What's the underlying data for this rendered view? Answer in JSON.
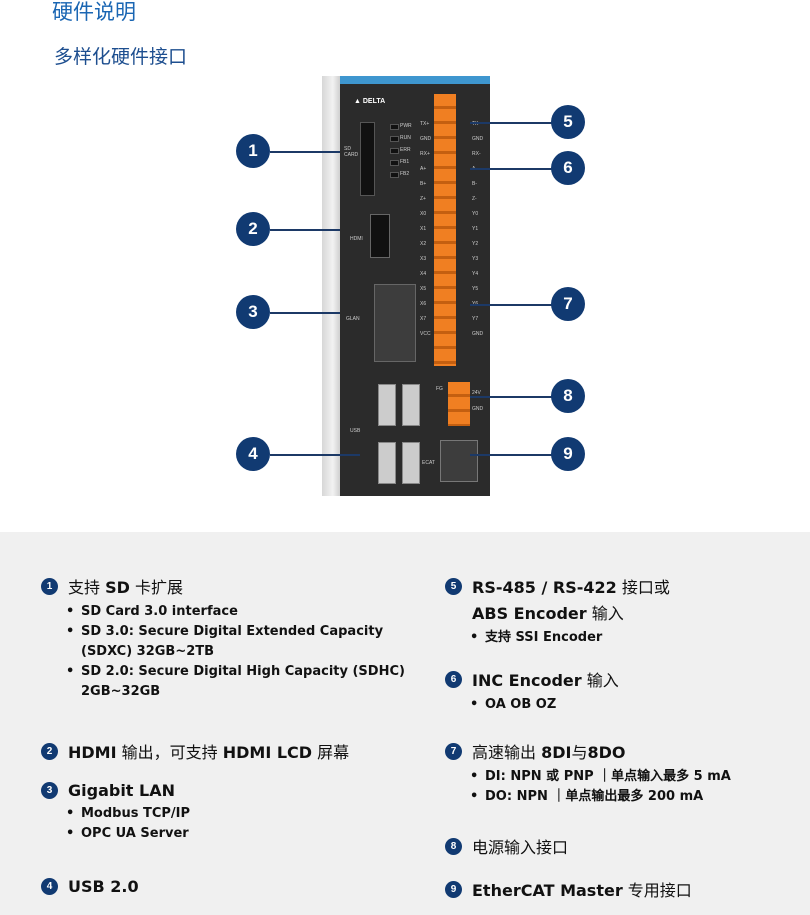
{
  "title": "硬件说明",
  "subtitle": "多样化硬件接口",
  "device": {
    "brand": "DELTA",
    "led_labels": [
      "PWR",
      "RUN",
      "ERR",
      "FB1",
      "FB2"
    ],
    "left_labels": {
      "sd": "SD CARD",
      "hdmi": "HDMI",
      "glan": "GLAN",
      "usb": "USB",
      "ecat": "ECAT",
      "fg": "FG"
    },
    "terminal_left": [
      "TX+",
      "GND",
      "RX+",
      "A+",
      "B+",
      "Z+",
      "X0",
      "X1",
      "X2",
      "X3",
      "X4",
      "X5",
      "X6",
      "X7",
      "VCC"
    ],
    "terminal_right": [
      "TX-",
      "GND",
      "RX-",
      "A-",
      "B-",
      "Z-",
      "Y0",
      "Y1",
      "Y2",
      "Y3",
      "Y4",
      "Y5",
      "Y6",
      "Y7",
      "GND"
    ],
    "power_labels": [
      "24V",
      "GND"
    ]
  },
  "callouts": [
    "1",
    "2",
    "3",
    "4",
    "5",
    "6",
    "7",
    "8",
    "9"
  ],
  "features": {
    "f1": {
      "num": "1",
      "pre": "支持 ",
      "bold": "SD",
      "post": " 卡扩展",
      "items": [
        "SD Card 3.0 interface",
        "SD 3.0: Secure Digital Extended Capacity (SDXC) 32GB~2TB",
        "SD 2.0:  Secure Digital High Capacity (SDHC) 2GB~32GB"
      ]
    },
    "f2": {
      "num": "2",
      "bold": "HDMI",
      "post": " 输出，可支持 ",
      "bold2": "HDMI LCD",
      "post2": " 屏幕"
    },
    "f3": {
      "num": "3",
      "bold": "Gigabit LAN",
      "items": [
        "Modbus TCP/IP",
        "OPC UA Server"
      ]
    },
    "f4": {
      "num": "4",
      "bold": "USB 2.0"
    },
    "f5": {
      "num": "5",
      "bold": "RS-485 / RS-422",
      "post": " 接口或",
      "line2_bold": "ABS Encoder",
      "line2_post": " 输入",
      "items": [
        "支持 SSI Encoder"
      ]
    },
    "f6": {
      "num": "6",
      "bold": "INC Encoder",
      "post": " 输入",
      "items": [
        "OA OB OZ"
      ]
    },
    "f7": {
      "num": "7",
      "pre": "高速输出 ",
      "bold": "8DI",
      "post": "与",
      "bold2": "8DO",
      "items": [
        "DI: NPN 或 PNP ｜单点输入最多 5 mA",
        "DO: NPN ｜单点输出最多 200 mA"
      ]
    },
    "f8": {
      "num": "8",
      "pre": "电源输入接口"
    },
    "f9": {
      "num": "9",
      "bold": "EtherCAT Master",
      "post": " 专用接口"
    }
  }
}
